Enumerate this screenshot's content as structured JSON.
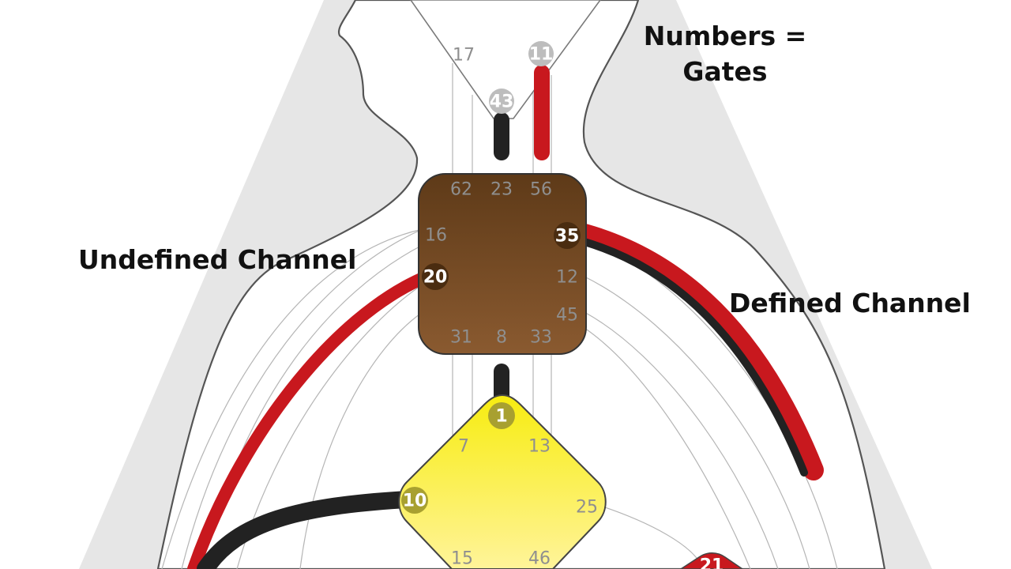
{
  "annotations": {
    "numbers_line1": "Numbers =",
    "numbers_line2": "Gates",
    "undefined_channel": "Undefined Channel",
    "defined_channel": "Defined Channel"
  },
  "centers": {
    "head": {
      "gates": {
        "g17": "17",
        "g11": "11",
        "g43": "43"
      }
    },
    "throat": {
      "color": "#6b4420",
      "gates": {
        "g62": "62",
        "g23": "23",
        "g56": "56",
        "g16": "16",
        "g35": "35",
        "g20": "20",
        "g12": "12",
        "g45": "45",
        "g31": "31",
        "g8": "8",
        "g33": "33"
      }
    },
    "g_center": {
      "color": "#f5e63a",
      "gates": {
        "g1": "1",
        "g7": "7",
        "g13": "13",
        "g10": "10",
        "g25": "25",
        "g15": "15",
        "g46": "46"
      }
    },
    "heart": {
      "color": "#c8181e",
      "gates": {
        "g21": "21"
      }
    }
  },
  "channel_colors": {
    "personality": "#222222",
    "design": "#c8181e"
  }
}
